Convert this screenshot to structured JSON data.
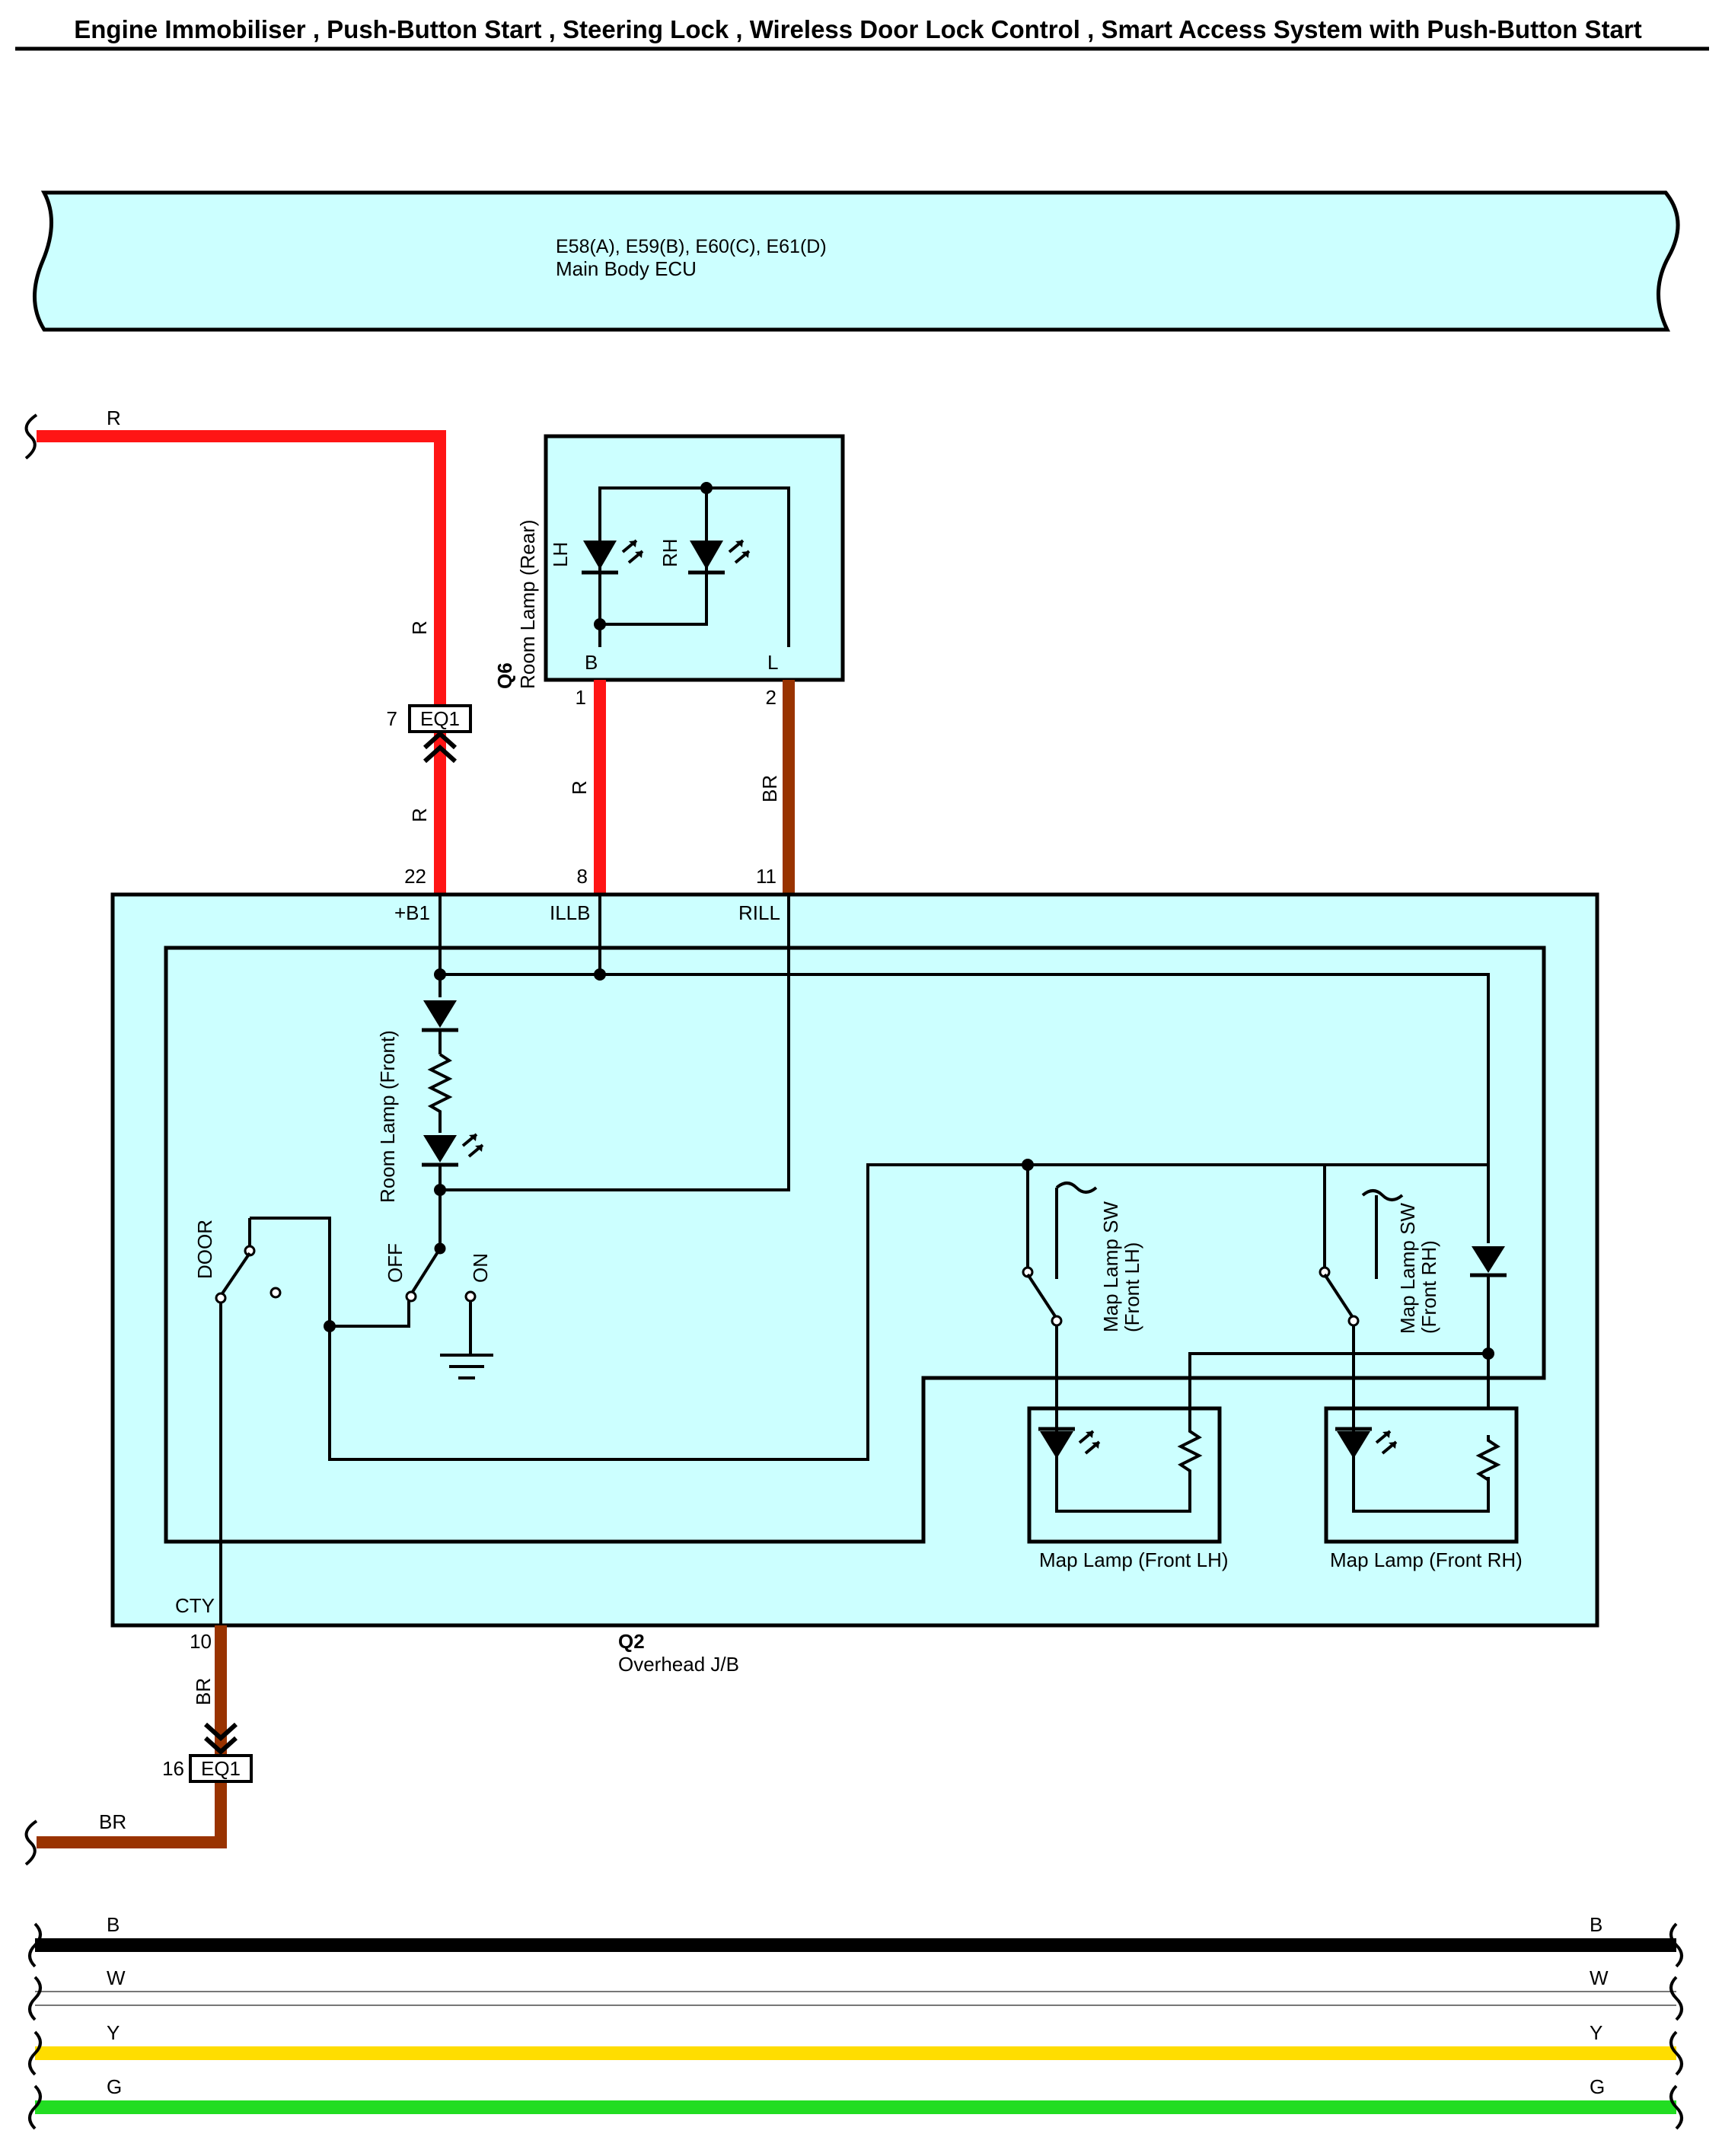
{
  "title": "Engine Immobiliser , Push-Button Start , Steering Lock , Wireless Door Lock Control , Smart Access System with Push-Button Start",
  "ecu": {
    "connectors": "E58(A), E59(B), E60(C), E61(D)",
    "name": "Main Body ECU"
  },
  "room_lamp_rear": {
    "code": "Q6",
    "name": "Room Lamp (Rear)",
    "led_lh": "LH",
    "led_rh": "RH",
    "term_b": "B",
    "term_l": "L",
    "pin_1": "1",
    "pin_2": "2"
  },
  "overhead_jb": {
    "code": "Q2",
    "name": "Overhead J/B",
    "pin_b1": "22",
    "label_b1": "+B1",
    "pin_illb": "8",
    "label_illb": "ILLB",
    "pin_rill": "11",
    "label_rill": "RILL",
    "pin_cty": "10",
    "label_cty": "CTY",
    "room_lamp_front": "Room Lamp (Front)",
    "sw_door": "DOOR",
    "sw_off": "OFF",
    "sw_on": "ON",
    "map_sw_lh": "Map Lamp SW (Front LH)",
    "map_sw_rh": "Map Lamp SW (Front RH)",
    "map_lamp_lh": "Map Lamp (Front LH)",
    "map_lamp_rh": "Map Lamp (Front RH)"
  },
  "junction": {
    "code": "EQ1",
    "pin_top": "7",
    "pin_bottom": "16"
  },
  "wires": {
    "r": "R",
    "br": "BR"
  },
  "buses": [
    {
      "label": "B",
      "color": "#000000"
    },
    {
      "label": "W",
      "color": "#ffffff"
    },
    {
      "label": "Y",
      "color": "#ffdd00"
    },
    {
      "label": "G",
      "color": "#22dd22"
    }
  ],
  "colors": {
    "red": "#ff1515",
    "brown": "#993300",
    "box_fill": "#ccffff"
  }
}
